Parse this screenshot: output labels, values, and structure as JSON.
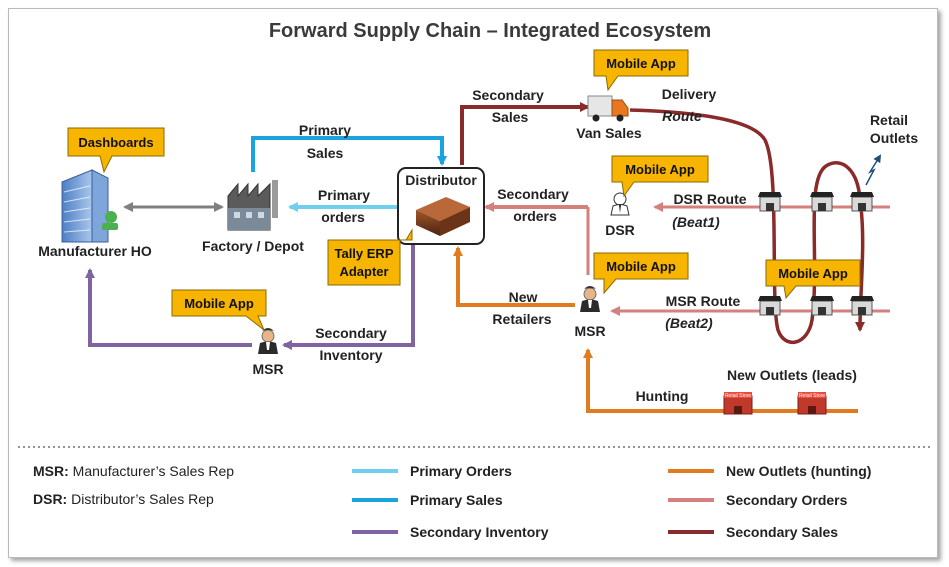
{
  "title": "Forward Supply Chain – Integrated Ecosystem",
  "nodes": {
    "manufacturer_ho": "Manufacturer HO",
    "factory": "Factory / Depot",
    "distributor": "Distributor",
    "van_sales": "Van Sales",
    "dsr": "DSR",
    "msr_left": "MSR",
    "msr_right": "MSR",
    "retail_outlets": [
      "Retail",
      "Outlets"
    ],
    "new_outlets": "New Outlets  (leads)",
    "store_sign": "Retail Store"
  },
  "callouts": {
    "dashboards": "Dashboards",
    "tally": [
      "Tally ERP",
      "Adapter"
    ],
    "mobile_app_van": "Mobile App",
    "mobile_app_dsr": "Mobile App",
    "mobile_app_msr_right": "Mobile App",
    "mobile_app_route": "Mobile App",
    "mobile_app_msr_left": "Mobile App"
  },
  "edges": {
    "primary_sales": [
      "Primary",
      "Sales"
    ],
    "primary_orders": [
      "Primary",
      "orders"
    ],
    "secondary_sales": [
      "Secondary",
      "Sales"
    ],
    "secondary_orders": [
      "Secondary",
      "orders"
    ],
    "delivery": "Delivery",
    "route": "Route",
    "dsr_route": "DSR Route",
    "beat1": "(Beat1)",
    "msr_route": "MSR Route",
    "beat2": "(Beat2)",
    "new_retailers": [
      "New",
      "Retailers"
    ],
    "secondary_inventory": [
      "Secondary",
      "Inventory"
    ],
    "hunting": "Hunting"
  },
  "legend": {
    "definitions": [
      {
        "abbr": "MSR:",
        "text": " Manufacturer’s Sales Rep"
      },
      {
        "abbr": "DSR:",
        "text": " Distributor’s Sales Rep"
      }
    ],
    "items": [
      {
        "label": "Primary Orders",
        "color": "#6ecff0"
      },
      {
        "label": "Primary Sales",
        "color": "#1aa3df"
      },
      {
        "label": "Secondary Inventory",
        "color": "#8064a2"
      },
      {
        "label": "New Outlets (hunting)",
        "color": "#e07b1f"
      },
      {
        "label": "Secondary Orders",
        "color": "#d4807d"
      },
      {
        "label": "Secondary Sales",
        "color": "#8b2a2a"
      }
    ]
  },
  "colors": {
    "primary_orders": "#6ecff0",
    "primary_sales": "#1aa3df",
    "secondary_inventory": "#8064a2",
    "new_outlets": "#e07b1f",
    "secondary_orders": "#d4807d",
    "secondary_sales": "#8b2a2a",
    "callout_fill": "#f7b500",
    "ho_link": "#7f7f7f"
  }
}
